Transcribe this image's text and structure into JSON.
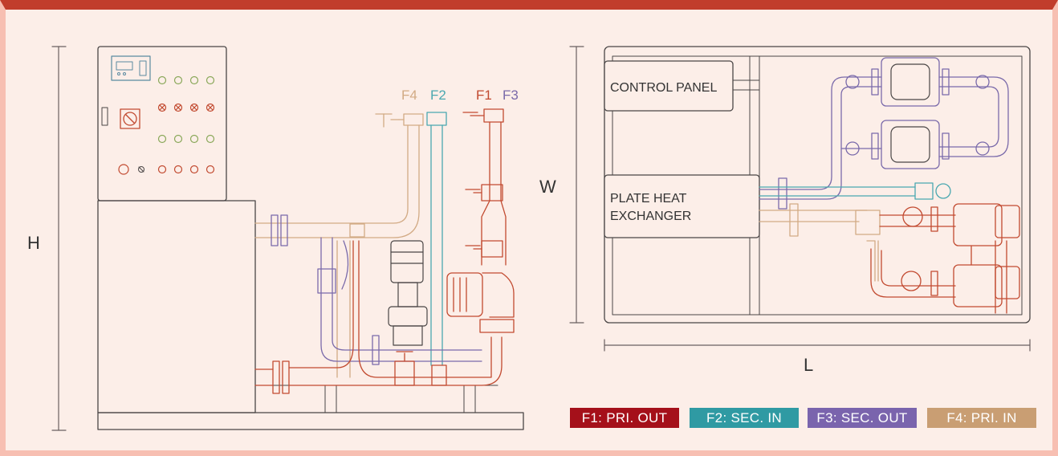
{
  "dimensions": {
    "height": "H",
    "width": "W",
    "length": "L"
  },
  "labels": {
    "control_panel": "CONTROL PANEL",
    "plate_hx_line1": "PLATE HEAT",
    "plate_hx_line2": "EXCHANGER"
  },
  "flow_tags": {
    "f1": "F1",
    "f2": "F2",
    "f3": "F3",
    "f4": "F4"
  },
  "legend": [
    {
      "label": "F1: PRI. OUT",
      "color": "#a5101a"
    },
    {
      "label": "F2: SEC. IN",
      "color": "#2f9aa3"
    },
    {
      "label": "F3: SEC. OUT",
      "color": "#7a64ad"
    },
    {
      "label": "F4: PRI. IN",
      "color": "#c99e73"
    }
  ],
  "colors": {
    "outline": "#4a4646",
    "primary_out": "#c24a30",
    "secondary_in": "#4aa8b0",
    "secondary_out": "#7a6aaa",
    "primary_in": "#d2aa84",
    "frame_top": "#c13d2c"
  }
}
